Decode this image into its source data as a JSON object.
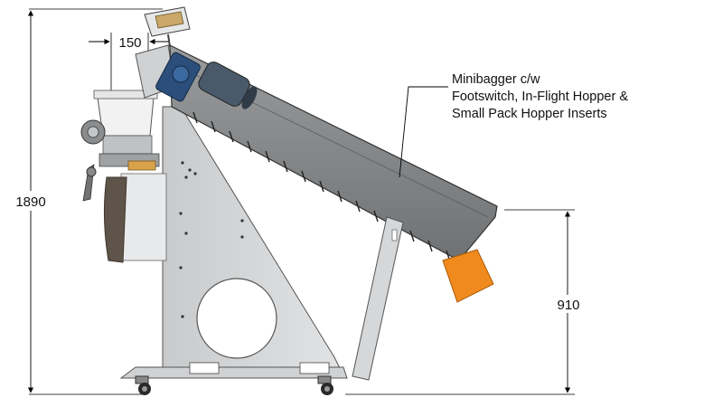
{
  "dimensions": {
    "overall_height": "1890",
    "outlet_height": "910",
    "offset_width": "150"
  },
  "callout": {
    "lines": [
      "Minibagger c/w",
      "Footswitch, In-Flight Hopper &",
      "Small Pack Hopper Inserts"
    ]
  },
  "colors": {
    "frame": "#d2d4d6",
    "conveyor": "#8a8c8e",
    "motor": "#4a5a6a",
    "gearbox": "#2c4e7a",
    "outlet_guard": "#f08a1c",
    "bag": "#5e5449",
    "line": "#000000"
  }
}
